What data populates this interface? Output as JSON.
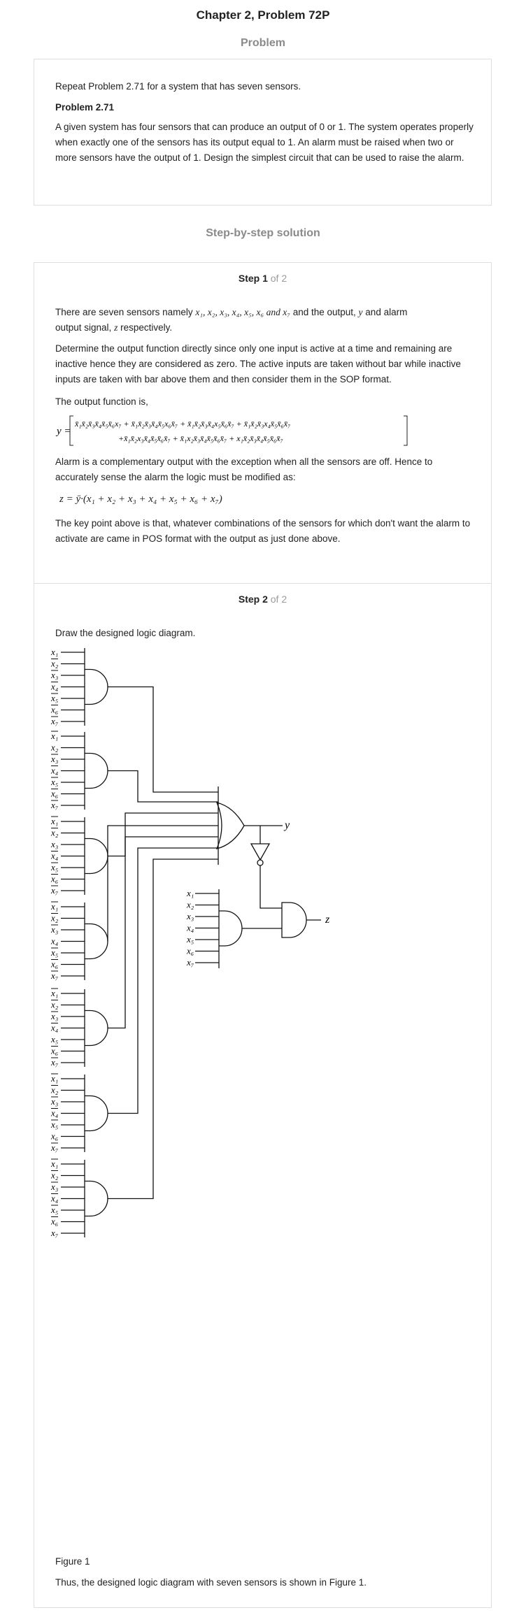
{
  "header": {
    "title": "Chapter 2, Problem 72P"
  },
  "problem": {
    "heading": "Problem",
    "text": "Repeat Problem 2.71 for a system that has seven sensors.",
    "ref_title": "Problem 2.71",
    "ref_text": "A given system has four sensors that can produce an output of 0 or 1. The system operates properly when exactly one of the sensors has its output equal to 1. An alarm must be raised when two or more sensors have the output of 1. Design the simplest circuit that can be used to raise the alarm."
  },
  "solution": {
    "heading": "Step-by-step solution",
    "step1": {
      "label": "Step 1",
      "of": "of 2",
      "intro_pre": "There are seven sensors namely",
      "sensors": "x₁, x₂, x₃, x₄, x₅, x₆ and x₇",
      "intro_mid": "and the output,",
      "out_var": "y",
      "intro_post": "and alarm",
      "intro_line2_var": "z",
      "intro_line2": "respectively.",
      "p2": "Determine the output function directly since only one input is active at a time and remaining are inactive hence they are considered as zero. The active inputs are taken without bar while inactive inputs are taken with bar above them and then consider them in the SOP format.",
      "p3": "The output function is,",
      "eq_lhs": "y =",
      "p4": "Alarm is a complementary output with the exception when all the sensors are off. Hence to accurately sense the alarm the logic must be modified as:",
      "eq2": "z = ȳ·(x₁ + x₂ + x₃ + x₄ + x₅ + x₆ + x₇)",
      "p5": "The key point above is that, whatever combinations of the sensors for which don't want the alarm to activate are came in POS format with the output as just done above."
    },
    "step2": {
      "label": "Step 2",
      "of": "of 2",
      "p1": "Draw the designed logic diagram.",
      "figure_caption": "Figure 1",
      "p2": "Thus, the designed logic diagram with seven sensors is shown in Figure 1.",
      "output_y": "y",
      "output_z": "z"
    }
  }
}
